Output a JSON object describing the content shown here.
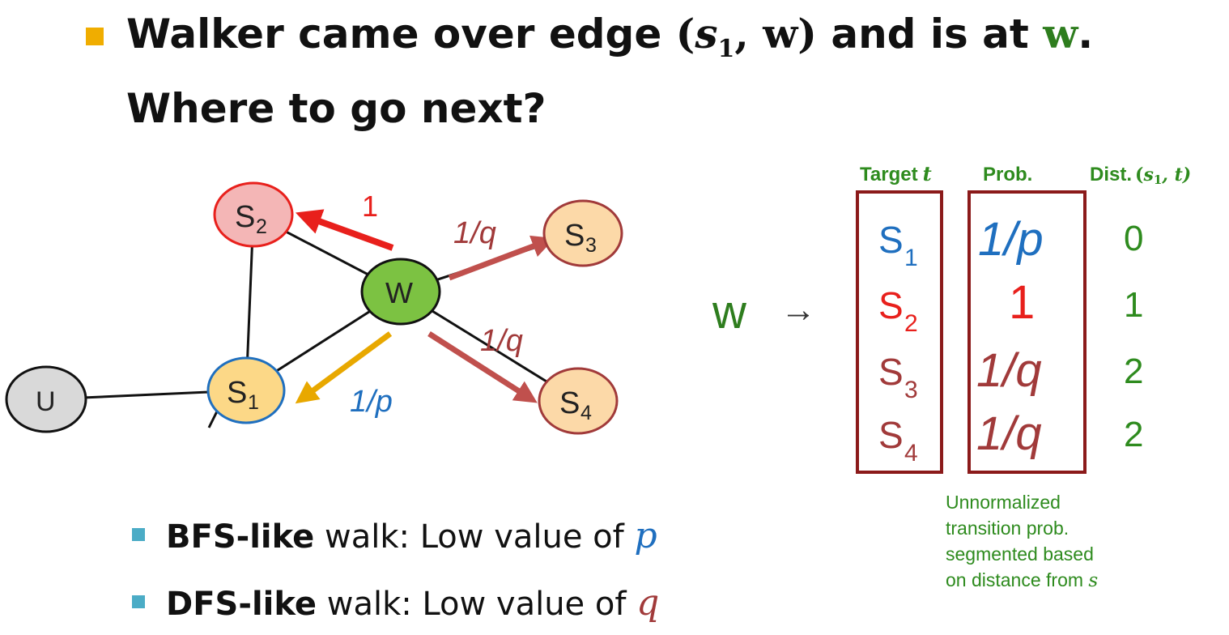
{
  "title": {
    "line1_a": "Walker came over edge ",
    "line1_edge_open": "(",
    "line1_edge_s": "s",
    "line1_edge_sub": "1",
    "line1_edge_comma": ", ",
    "line1_edge_w": "w",
    "line1_edge_close": ")",
    "line1_b": " and is at ",
    "line1_w": "w",
    "line1_period": ".",
    "line2": "Where to go next?"
  },
  "graph": {
    "nodes": {
      "s2": {
        "base": "S",
        "sub": "2"
      },
      "s3": {
        "base": "S",
        "sub": "3"
      },
      "w": {
        "base": "W",
        "sub": ""
      },
      "s1": {
        "base": "S",
        "sub": "1"
      },
      "s4": {
        "base": "S",
        "sub": "4"
      },
      "u": {
        "base": "U",
        "sub": ""
      }
    },
    "edge_labels": {
      "to_s2": "1",
      "to_s3": "1/q",
      "to_s4": "1/q",
      "to_s1": "1/p"
    }
  },
  "table": {
    "w_label": "w",
    "arrow": "→",
    "headers": {
      "target": "Target",
      "target_var": "t",
      "prob": "Prob.",
      "dist": "Dist.",
      "dist_var_open": "(",
      "dist_var_s": "s",
      "dist_var_sub": "1",
      "dist_var_rest": ", t)"
    },
    "rows": [
      {
        "target": "S",
        "sub": "1",
        "prob": "1/p",
        "dist": "0"
      },
      {
        "target": "S",
        "sub": "2",
        "prob": "1",
        "dist": "1"
      },
      {
        "target": "S",
        "sub": "3",
        "prob": "1/q",
        "dist": "2"
      },
      {
        "target": "S",
        "sub": "4",
        "prob": "1/q",
        "dist": "2"
      }
    ],
    "note_lines": [
      "Unnormalized",
      "transition prob.",
      "segmented based",
      "on distance from "
    ],
    "note_var": "s"
  },
  "bullets": [
    {
      "bold": "BFS-like",
      "text": " walk: Low value of ",
      "var": "p"
    },
    {
      "bold": "DFS-like",
      "text": " walk: Low value of ",
      "var": "q"
    }
  ],
  "colors": {
    "bullet": "#f0ad00",
    "sub_bullet": "#4bacc6",
    "green": "#2e7d1e",
    "red": "#e8201c",
    "blue": "#1f6fbf",
    "brown": "#a13a3a",
    "orange": "#e8a800",
    "box": "#8b1a1a"
  }
}
